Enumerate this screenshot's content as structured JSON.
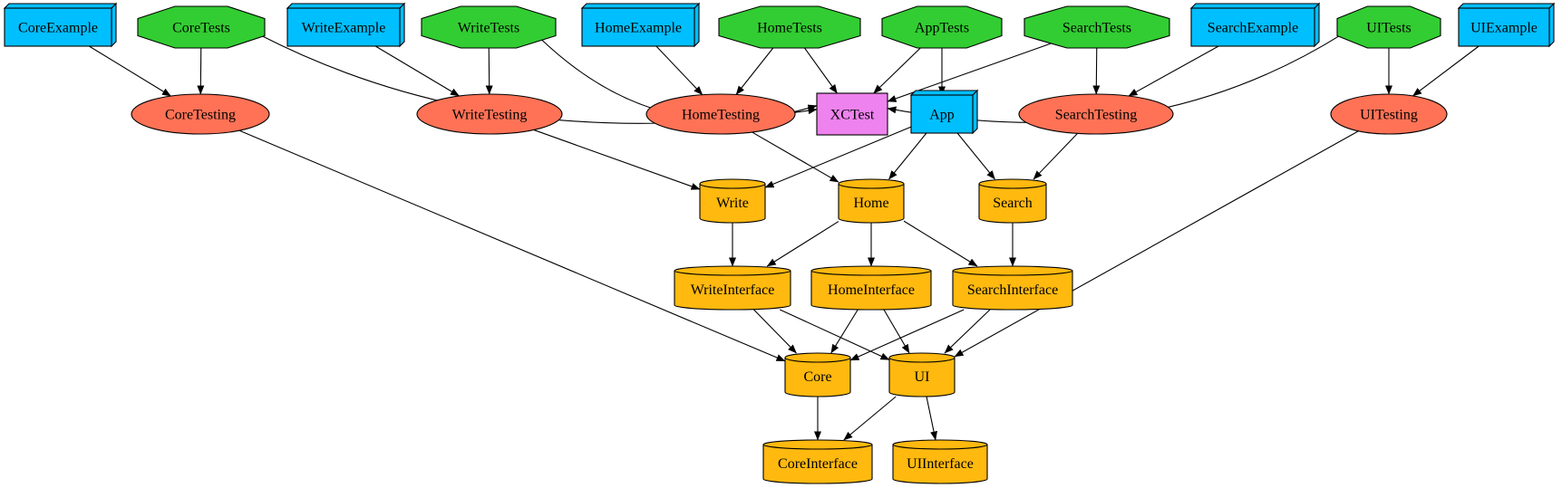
{
  "colors": {
    "example": "#00BFFF",
    "tests": "#32CD32",
    "testing": "#FF7256",
    "sdk": "#EE82EE",
    "app": "#00BFFF",
    "module": "#FFB90F"
  },
  "legend": [],
  "nodes": [
    {
      "id": "CoreExample",
      "label": "CoreExample",
      "kind": "example"
    },
    {
      "id": "CoreTests",
      "label": "CoreTests",
      "kind": "tests"
    },
    {
      "id": "WriteExample",
      "label": "WriteExample",
      "kind": "example"
    },
    {
      "id": "WriteTests",
      "label": "WriteTests",
      "kind": "tests"
    },
    {
      "id": "HomeExample",
      "label": "HomeExample",
      "kind": "example"
    },
    {
      "id": "HomeTests",
      "label": "HomeTests",
      "kind": "tests"
    },
    {
      "id": "AppTests",
      "label": "AppTests",
      "kind": "tests"
    },
    {
      "id": "SearchTests",
      "label": "SearchTests",
      "kind": "tests"
    },
    {
      "id": "SearchExample",
      "label": "SearchExample",
      "kind": "example"
    },
    {
      "id": "UITests",
      "label": "UITests",
      "kind": "tests"
    },
    {
      "id": "UIExample",
      "label": "UIExample",
      "kind": "example"
    },
    {
      "id": "CoreTesting",
      "label": "CoreTesting",
      "kind": "testing"
    },
    {
      "id": "WriteTesting",
      "label": "WriteTesting",
      "kind": "testing"
    },
    {
      "id": "HomeTesting",
      "label": "HomeTesting",
      "kind": "testing"
    },
    {
      "id": "XCTest",
      "label": "XCTest",
      "kind": "sdk"
    },
    {
      "id": "App",
      "label": "App",
      "kind": "app"
    },
    {
      "id": "SearchTesting",
      "label": "SearchTesting",
      "kind": "testing"
    },
    {
      "id": "UITesting",
      "label": "UITesting",
      "kind": "testing"
    },
    {
      "id": "Write",
      "label": "Write",
      "kind": "module"
    },
    {
      "id": "Home",
      "label": "Home",
      "kind": "module"
    },
    {
      "id": "Search",
      "label": "Search",
      "kind": "module"
    },
    {
      "id": "WriteInterface",
      "label": "WriteInterface",
      "kind": "module"
    },
    {
      "id": "HomeInterface",
      "label": "HomeInterface",
      "kind": "module"
    },
    {
      "id": "SearchInterface",
      "label": "SearchInterface",
      "kind": "module"
    },
    {
      "id": "Core",
      "label": "Core",
      "kind": "module"
    },
    {
      "id": "UI",
      "label": "UI",
      "kind": "module"
    },
    {
      "id": "CoreInterface",
      "label": "CoreInterface",
      "kind": "module"
    },
    {
      "id": "UIInterface",
      "label": "UIInterface",
      "kind": "module"
    }
  ],
  "edges": [
    [
      "CoreExample",
      "CoreTesting"
    ],
    [
      "CoreTests",
      "CoreTesting"
    ],
    [
      "CoreTests",
      "XCTest"
    ],
    [
      "WriteExample",
      "WriteTesting"
    ],
    [
      "WriteTests",
      "WriteTesting"
    ],
    [
      "WriteTests",
      "XCTest"
    ],
    [
      "HomeExample",
      "HomeTesting"
    ],
    [
      "HomeTests",
      "HomeTesting"
    ],
    [
      "HomeTests",
      "XCTest"
    ],
    [
      "AppTests",
      "XCTest"
    ],
    [
      "AppTests",
      "App"
    ],
    [
      "SearchTests",
      "XCTest"
    ],
    [
      "SearchTests",
      "SearchTesting"
    ],
    [
      "SearchExample",
      "SearchTesting"
    ],
    [
      "UITests",
      "XCTest"
    ],
    [
      "UITests",
      "UITesting"
    ],
    [
      "UIExample",
      "UITesting"
    ],
    [
      "CoreTesting",
      "Core"
    ],
    [
      "WriteTesting",
      "Write"
    ],
    [
      "HomeTesting",
      "Home"
    ],
    [
      "App",
      "Write"
    ],
    [
      "App",
      "Home"
    ],
    [
      "App",
      "Search"
    ],
    [
      "SearchTesting",
      "Search"
    ],
    [
      "UITesting",
      "UI"
    ],
    [
      "Write",
      "WriteInterface"
    ],
    [
      "Home",
      "WriteInterface"
    ],
    [
      "Home",
      "HomeInterface"
    ],
    [
      "Home",
      "SearchInterface"
    ],
    [
      "Search",
      "SearchInterface"
    ],
    [
      "WriteInterface",
      "Core"
    ],
    [
      "WriteInterface",
      "UI"
    ],
    [
      "HomeInterface",
      "Core"
    ],
    [
      "HomeInterface",
      "UI"
    ],
    [
      "SearchInterface",
      "Core"
    ],
    [
      "SearchInterface",
      "UI"
    ],
    [
      "Core",
      "CoreInterface"
    ],
    [
      "UI",
      "CoreInterface"
    ],
    [
      "UI",
      "UIInterface"
    ]
  ]
}
